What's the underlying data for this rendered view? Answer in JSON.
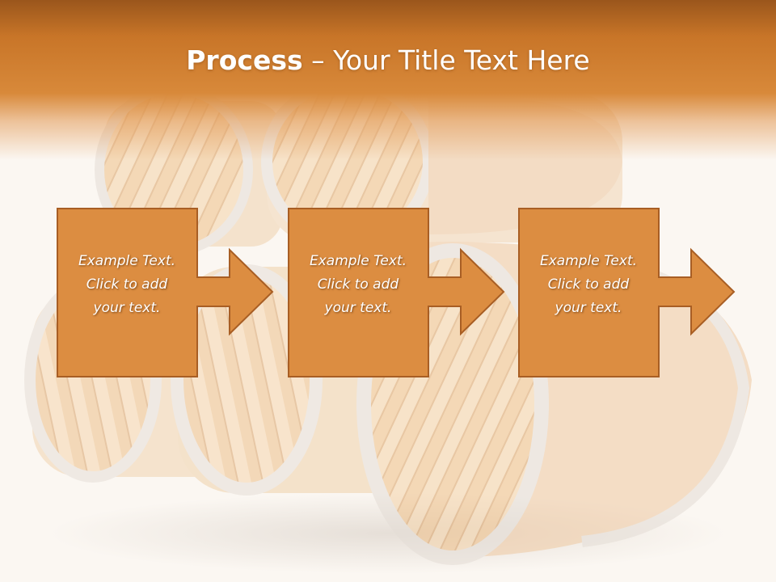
{
  "slide": {
    "title_bold": "Process",
    "title_rest": " – Your Title Text Here",
    "steps": [
      {
        "lines": [
          "Example Text.",
          "Click  to add",
          "your text."
        ]
      },
      {
        "lines": [
          "Example Text.",
          "Click  to add",
          "your text."
        ]
      },
      {
        "lines": [
          "Example Text.",
          "Click  to add",
          "your text."
        ]
      }
    ]
  },
  "colors": {
    "header": "#c87528",
    "box_fill": "#dc8d41",
    "box_stroke": "#a85e24",
    "text": "#ffffff"
  },
  "background_icon": "wooden-barrels-image"
}
